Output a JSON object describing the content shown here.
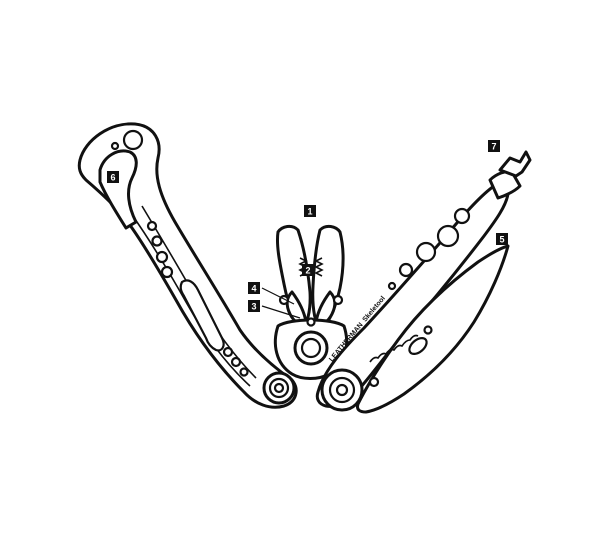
{
  "callouts": [
    {
      "id": "1",
      "label": "1"
    },
    {
      "id": "2",
      "label": "2"
    },
    {
      "id": "3",
      "label": "3"
    },
    {
      "id": "4",
      "label": "4"
    },
    {
      "id": "5",
      "label": "5"
    },
    {
      "id": "6",
      "label": "6"
    },
    {
      "id": "7",
      "label": "7"
    }
  ],
  "brand": {
    "name": "LEATHERMAN",
    "model": "Skeletool"
  },
  "colors": {
    "ink": "#111111",
    "background": "#ffffff"
  }
}
